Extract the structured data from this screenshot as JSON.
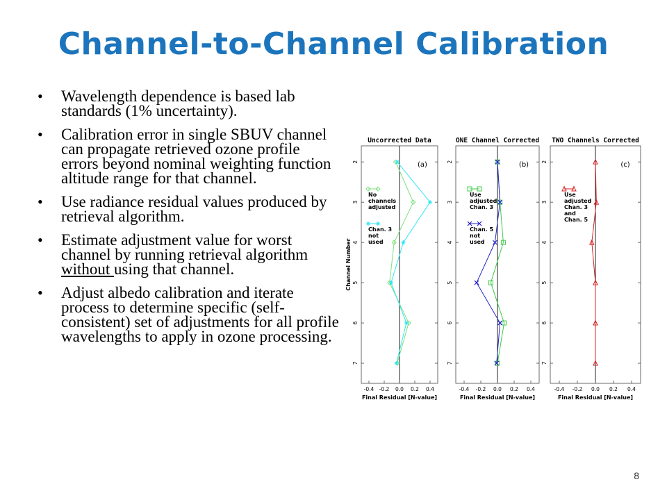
{
  "slide": {
    "title": "Channel-to-Channel Calibration",
    "page_number": "8"
  },
  "bullets": [
    {
      "text": "Wavelength dependence is based lab standards (1% uncertainty)."
    },
    {
      "text": "Calibration error in single SBUV channel can propagate retrieved ozone profile errors beyond nominal weighting function altitude range for that channel."
    },
    {
      "text": "Use radiance residual values produced by retrieval algorithm."
    },
    {
      "before": "Estimate adjustment value for worst channel by running retrieval algorithm ",
      "underlined": "without ",
      "after": "using that channel."
    },
    {
      "text": "Adjust albedo calibration and iterate process to determine specific (self-consistent) set of adjustments for all profile wavelengths to apply in ozone processing."
    }
  ],
  "chart_data": [
    {
      "type": "line",
      "title": "Uncorrected Data",
      "panel_label": "(a)",
      "ylabel": "Channel Number",
      "xlabel": "Final Residual [N-value]",
      "xlim": [
        -0.5,
        0.5
      ],
      "ylim": [
        1.6,
        7.5
      ],
      "x_ticks": [
        -0.4,
        -0.2,
        0.0,
        0.2,
        0.4
      ],
      "x_tick_labels": [
        "-0.4",
        "-0.2",
        "0.0",
        "0.2",
        "0.4"
      ],
      "y_ticks": [
        2,
        3,
        4,
        5,
        6,
        7
      ],
      "y_tick_labels": [
        "2",
        "3",
        "4",
        "5",
        "6",
        "7"
      ],
      "annotations": [
        {
          "lines": [
            "No",
            "channels",
            "adjusted"
          ]
        },
        {
          "lines": [
            "Chan. 3",
            "not",
            "used"
          ]
        }
      ],
      "series": [
        {
          "name": "No channels adjusted",
          "color": "#7ee07e",
          "marker": "diamond",
          "points": [
            [
              -0.05,
              2
            ],
            [
              0.18,
              3
            ],
            [
              -0.07,
              4
            ],
            [
              -0.13,
              5
            ],
            [
              0.12,
              6
            ],
            [
              -0.03,
              7
            ]
          ]
        },
        {
          "name": "Chan. 3 not used",
          "color": "#33e6f2",
          "marker": "star",
          "points": [
            [
              -0.03,
              2
            ],
            [
              0.4,
              3
            ],
            [
              0.05,
              4
            ],
            [
              -0.11,
              5
            ],
            [
              0.09,
              6
            ],
            [
              -0.04,
              7
            ]
          ]
        }
      ]
    },
    {
      "type": "line",
      "title": "ONE Channel Corrected",
      "panel_label": "(b)",
      "ylabel": "",
      "xlabel": "Final Residual [N-value]",
      "xlim": [
        -0.5,
        0.5
      ],
      "ylim": [
        1.6,
        7.5
      ],
      "x_ticks": [
        -0.4,
        -0.2,
        0.0,
        0.2,
        0.4
      ],
      "x_tick_labels": [
        "-0.4",
        "-0.2",
        "0.0",
        "0.2",
        "0.4"
      ],
      "y_ticks": [
        2,
        3,
        4,
        5,
        6,
        7
      ],
      "y_tick_labels": [
        "2",
        "3",
        "4",
        "5",
        "6",
        "7"
      ],
      "annotations": [
        {
          "lines": [
            "Use",
            "adjusted",
            "Chan. 3"
          ]
        },
        {
          "lines": [
            "Chan. 5",
            "not",
            "used"
          ]
        }
      ],
      "series": [
        {
          "name": "Use adjusted Chan. 3",
          "color": "#3fc94a",
          "marker": "square",
          "points": [
            [
              0.0,
              2
            ],
            [
              0.03,
              3
            ],
            [
              0.07,
              4
            ],
            [
              -0.08,
              5
            ],
            [
              0.08,
              6
            ],
            [
              0.0,
              7
            ]
          ]
        },
        {
          "name": "Chan. 5 not used",
          "color": "#2424c8",
          "marker": "x",
          "points": [
            [
              0.0,
              2
            ],
            [
              0.03,
              3
            ],
            [
              -0.03,
              4
            ],
            [
              -0.25,
              5
            ],
            [
              0.03,
              6
            ],
            [
              -0.01,
              7
            ]
          ]
        }
      ]
    },
    {
      "type": "line",
      "title": "TWO Channels Corrected",
      "panel_label": "(c)",
      "ylabel": "",
      "xlabel": "Final Residual [N-value]",
      "xlim": [
        -0.5,
        0.5
      ],
      "ylim": [
        1.6,
        7.5
      ],
      "x_ticks": [
        -0.4,
        -0.2,
        0.0,
        0.2,
        0.4
      ],
      "x_tick_labels": [
        "-0.4",
        "-0.2",
        "0.0",
        "0.2",
        "0.4"
      ],
      "y_ticks": [
        2,
        3,
        4,
        5,
        6,
        7
      ],
      "y_tick_labels": [
        "2",
        "3",
        "4",
        "5",
        "6",
        "7"
      ],
      "annotations": [
        {
          "lines": [
            "Use",
            "adjusted",
            "Chan. 3",
            "and",
            "Chan. 5"
          ]
        }
      ],
      "series": [
        {
          "name": "Use adjusted Chan. 3 and Chan. 5",
          "color": "#d42020",
          "marker": "triangle",
          "points": [
            [
              0.0,
              2
            ],
            [
              0.01,
              3
            ],
            [
              -0.04,
              4
            ],
            [
              0.0,
              5
            ],
            [
              0.0,
              6
            ],
            [
              0.0,
              7
            ]
          ]
        }
      ]
    }
  ]
}
